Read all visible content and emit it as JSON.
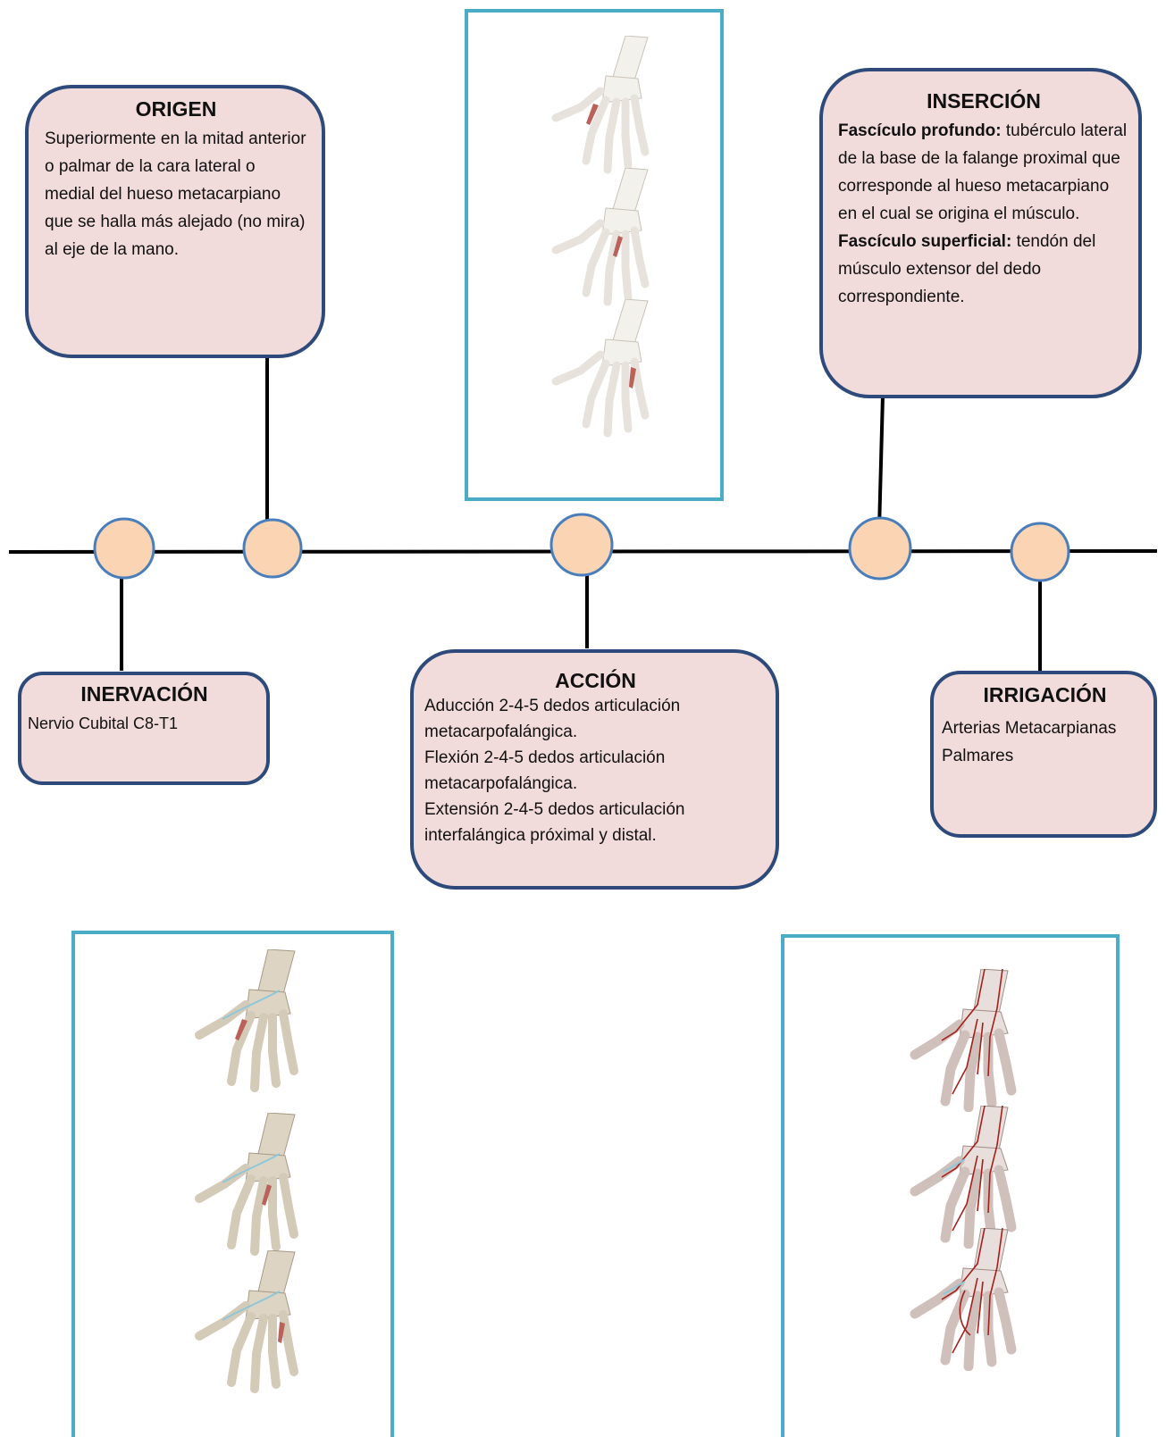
{
  "colors": {
    "box_fill": "#f2dcdb",
    "box_border": "#2e4a7a",
    "node_fill": "#fbd4b4",
    "node_border": "#4a7ebb",
    "frame_border": "#4bacc6",
    "line": "#000000"
  },
  "origen": {
    "title": "ORIGEN",
    "text": "Superiormente en la mitad anterior o palmar de la cara lateral o medial del hueso metacarpiano que se halla más alejado (no mira) al eje de la mano."
  },
  "insercion": {
    "title": "INSERCIÓN",
    "label1": "Fascículo profundo:",
    "text1": " tubérculo lateral de la base de la falange proximal que corresponde al hueso metacarpiano en el cual se origina el músculo.",
    "label2": "Fascículo superficial:",
    "text2": " tendón del músculo extensor del dedo correspondiente."
  },
  "inervacion": {
    "title": "INERVACIÓN",
    "text": "Nervio Cubital C8-T1"
  },
  "accion": {
    "title": "ACCIÓN",
    "lines": [
      "Aducción 2-4-5 dedos articulación metacarpofalángica.",
      "Flexión 2-4-5 dedos articulación metacarpofalángica.",
      "Extensión 2-4-5 dedos articulación interfalángica próximal y distal."
    ]
  },
  "irrigacion": {
    "title": "IRRIGACIÓN",
    "text": "Arterias Metacarpianas Palmares"
  },
  "images": {
    "top": [
      "hand-bones-muscle-view",
      "hand-bones-muscle-view",
      "hand-bones-muscle-view"
    ],
    "bottom_left": [
      "hand-nerve-view",
      "hand-nerve-view",
      "hand-nerve-view"
    ],
    "bottom_right": [
      "hand-artery-view",
      "hand-artery-view",
      "hand-artery-view"
    ]
  }
}
